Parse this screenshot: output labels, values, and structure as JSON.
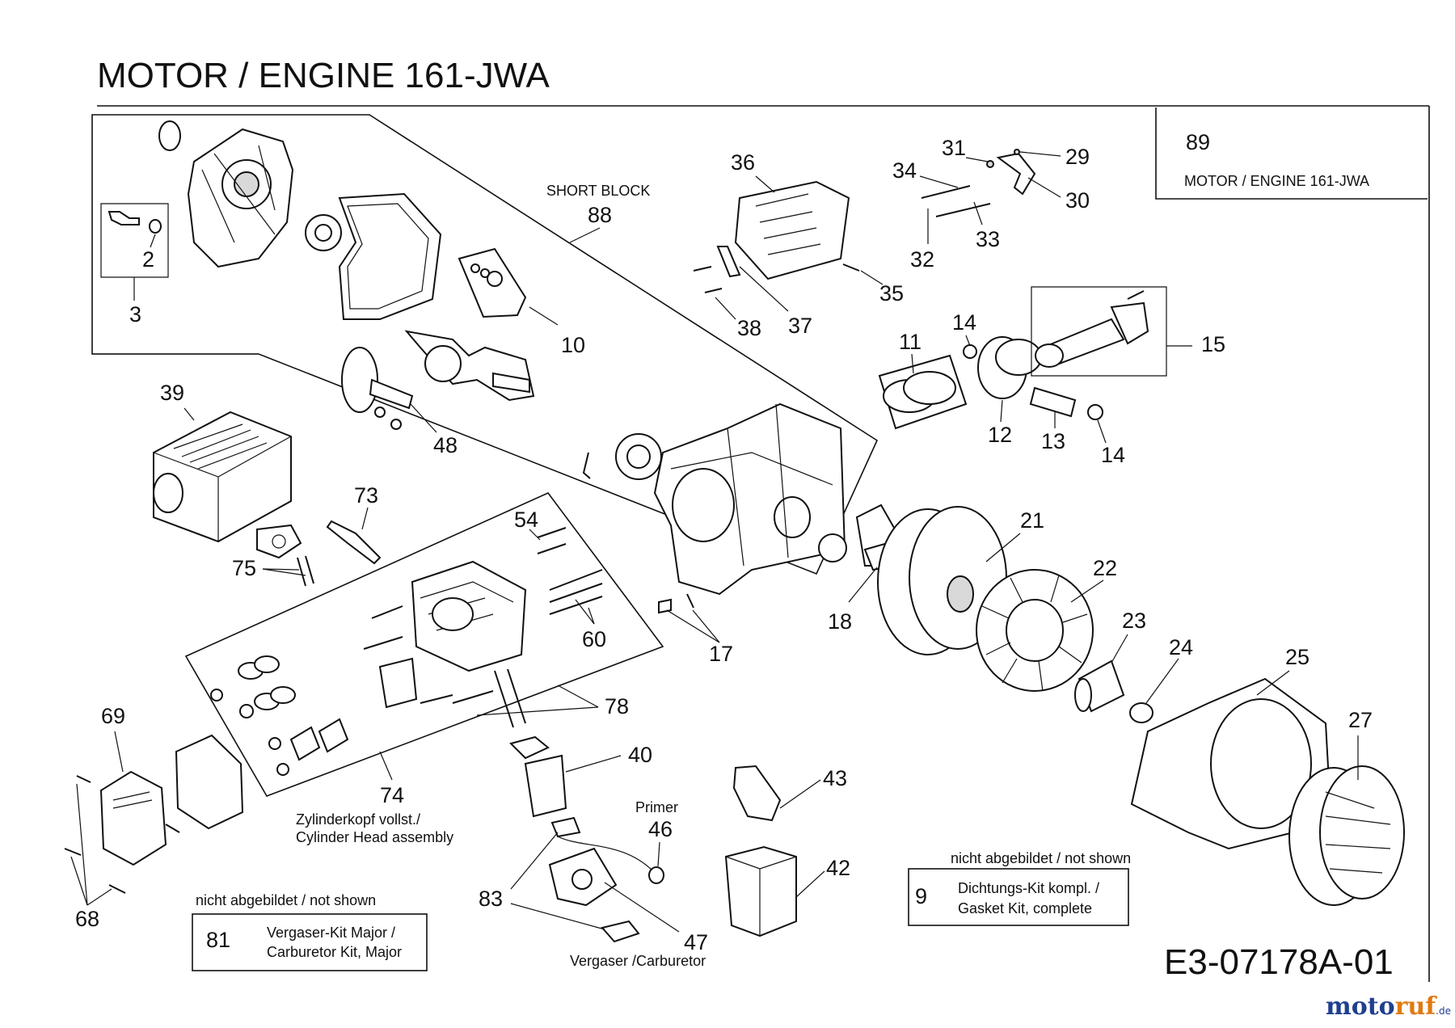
{
  "title": "MOTOR / ENGINE 161-JWA",
  "diagram_code": "E3-07178A-01",
  "header_box": {
    "number": "89",
    "label": "MOTOR / ENGINE 161-JWA"
  },
  "short_block": {
    "label": "SHORT BLOCK",
    "number": "88"
  },
  "callouts": {
    "n2": "2",
    "n3": "3",
    "n10": "10",
    "n11": "11",
    "n12": "12",
    "n13": "13",
    "n14a": "14",
    "n14b": "14",
    "n15": "15",
    "n17": "17",
    "n18": "18",
    "n21": "21",
    "n22": "22",
    "n23": "23",
    "n24": "24",
    "n25": "25",
    "n27": "27",
    "n29": "29",
    "n30": "30",
    "n31": "31",
    "n32": "32",
    "n33": "33",
    "n34": "34",
    "n35": "35",
    "n36": "36",
    "n37": "37",
    "n38": "38",
    "n39": "39",
    "n40": "40",
    "n42": "42",
    "n43": "43",
    "n46": "46",
    "n47": "47",
    "n48": "48",
    "n54": "54",
    "n60": "60",
    "n68": "68",
    "n69": "69",
    "n73": "73",
    "n74": "74",
    "n75": "75",
    "n78": "78",
    "n83": "83"
  },
  "cylinder_head_caption": {
    "line1": "Zylinderkopf vollst./",
    "line2": "Cylinder Head assembly"
  },
  "primer_label": "Primer",
  "carburetor_caption": "Vergaser /Carburetor",
  "not_shown_left": {
    "note": "nicht abgebildet / not shown",
    "number": "81",
    "line1": "Vergaser-Kit Major /",
    "line2": "Carburetor Kit, Major"
  },
  "not_shown_right": {
    "note": "nicht abgebildet / not shown",
    "number": "9",
    "line1": "Dichtungs-Kit kompl. /",
    "line2": "Gasket Kit, complete"
  },
  "logo": {
    "text_main": "moto",
    "text_accent": "ruf",
    "suffix": ".de",
    "color_main": "#1f3f8f",
    "color_accent": "#e07a10"
  }
}
